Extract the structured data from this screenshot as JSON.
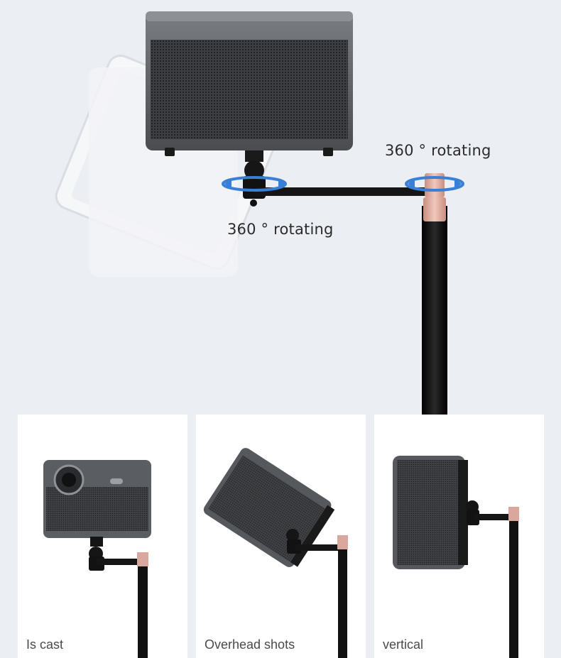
{
  "captions": {
    "top_right": "360 ° rotating",
    "middle": "360 ° rotating"
  },
  "panels": [
    {
      "label": "Is cast"
    },
    {
      "label": "Overhead shots"
    },
    {
      "label": "vertical"
    }
  ],
  "colors": {
    "background": "#ebeef3",
    "projector_body": "#4f5257",
    "pole": "#151515",
    "accent_rose_gold": "#d9a79b",
    "rotation_arrow": "#3a7fd6"
  }
}
